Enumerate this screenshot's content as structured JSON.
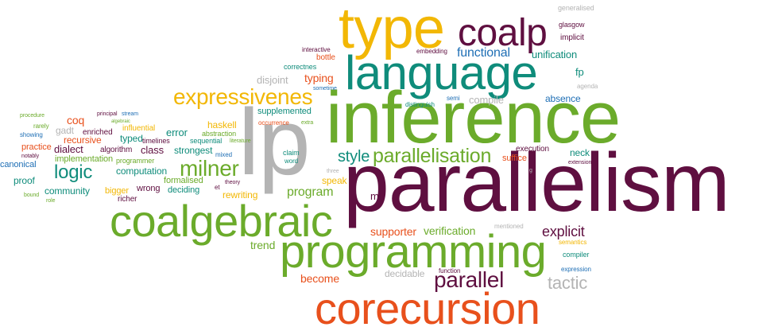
{
  "colors": {
    "purple": "#5f0f40",
    "green": "#6bab2b",
    "teal": "#0f8c7b",
    "orange": "#e8501c",
    "yellow": "#f2b705",
    "grey": "#b4b4b4",
    "blue": "#1f6fb5"
  },
  "words": [
    {
      "text": "parallelism",
      "color": "purple"
    },
    {
      "text": "lp",
      "color": "grey"
    },
    {
      "text": "inference",
      "color": "green"
    },
    {
      "text": "corecursion",
      "color": "orange"
    },
    {
      "text": "type",
      "color": "yellow"
    },
    {
      "text": "language",
      "color": "teal"
    },
    {
      "text": "programming",
      "color": "green"
    },
    {
      "text": "coalgebraic",
      "color": "green"
    },
    {
      "text": "coalp",
      "color": "purple"
    },
    {
      "text": "parallel",
      "color": "purple"
    },
    {
      "text": "expressivenes",
      "color": "yellow"
    },
    {
      "text": "parallelisation",
      "color": "green"
    },
    {
      "text": "milner",
      "color": "green"
    },
    {
      "text": "tactic",
      "color": "grey"
    },
    {
      "text": "style",
      "color": "teal"
    },
    {
      "text": "logic",
      "color": "teal"
    },
    {
      "text": "functional",
      "color": "blue"
    },
    {
      "text": "unification",
      "color": "teal"
    },
    {
      "text": "explicit",
      "color": "purple"
    },
    {
      "text": "program",
      "color": "green"
    },
    {
      "text": "verification",
      "color": "green"
    },
    {
      "text": "supporter",
      "color": "orange"
    },
    {
      "text": "become",
      "color": "orange"
    },
    {
      "text": "trend",
      "color": "green"
    },
    {
      "text": "rewriting",
      "color": "yellow"
    },
    {
      "text": "ml",
      "color": "purple"
    },
    {
      "text": "typing",
      "color": "orange"
    },
    {
      "text": "disjoint",
      "color": "grey"
    },
    {
      "text": "compile",
      "color": "grey"
    },
    {
      "text": "absence",
      "color": "blue"
    },
    {
      "text": "fp",
      "color": "teal"
    },
    {
      "text": "decidable",
      "color": "grey"
    },
    {
      "text": "computation",
      "color": "teal"
    },
    {
      "text": "community",
      "color": "teal"
    },
    {
      "text": "implementation",
      "color": "green"
    },
    {
      "text": "dialect",
      "color": "purple"
    },
    {
      "text": "recursive",
      "color": "orange"
    },
    {
      "text": "coq",
      "color": "orange"
    },
    {
      "text": "gadt",
      "color": "grey"
    },
    {
      "text": "class",
      "color": "purple"
    },
    {
      "text": "error",
      "color": "teal"
    },
    {
      "text": "haskell",
      "color": "yellow"
    },
    {
      "text": "strongest",
      "color": "teal"
    },
    {
      "text": "typed",
      "color": "teal"
    },
    {
      "text": "supplemented",
      "color": "teal"
    },
    {
      "text": "execution",
      "color": "purple"
    },
    {
      "text": "neck",
      "color": "teal"
    },
    {
      "text": "suffice",
      "color": "orange"
    },
    {
      "text": "speak",
      "color": "yellow"
    },
    {
      "text": "wrong",
      "color": "purple"
    },
    {
      "text": "deciding",
      "color": "teal"
    },
    {
      "text": "formalised",
      "color": "green"
    },
    {
      "text": "bigger",
      "color": "yellow"
    },
    {
      "text": "richer",
      "color": "purple"
    },
    {
      "text": "proof",
      "color": "teal"
    },
    {
      "text": "canonical",
      "color": "blue"
    },
    {
      "text": "practice",
      "color": "orange"
    },
    {
      "text": "algorithm",
      "color": "purple"
    },
    {
      "text": "programmer",
      "color": "green"
    },
    {
      "text": "timelines",
      "color": "purple"
    },
    {
      "text": "sequential",
      "color": "teal"
    },
    {
      "text": "abstraction",
      "color": "green"
    },
    {
      "text": "enriched",
      "color": "purple"
    },
    {
      "text": "influential",
      "color": "yellow"
    },
    {
      "text": "claim",
      "color": "teal"
    },
    {
      "text": "bottle",
      "color": "orange"
    },
    {
      "text": "correctnes",
      "color": "teal"
    },
    {
      "text": "interactive",
      "color": "purple"
    },
    {
      "text": "embedding",
      "color": "purple"
    },
    {
      "text": "glasgow",
      "color": "purple"
    },
    {
      "text": "implicit",
      "color": "purple"
    },
    {
      "text": "generalised",
      "color": "grey"
    },
    {
      "text": "agenda",
      "color": "grey"
    },
    {
      "text": "semi",
      "color": "blue"
    },
    {
      "text": "distinguish",
      "color": "teal"
    },
    {
      "text": "sometime",
      "color": "blue"
    },
    {
      "text": "occurrence",
      "color": "orange"
    },
    {
      "text": "extra",
      "color": "green"
    },
    {
      "text": "mixed",
      "color": "blue"
    },
    {
      "text": "theory",
      "color": "purple"
    },
    {
      "text": "literature",
      "color": "green"
    },
    {
      "text": "word",
      "color": "teal"
    },
    {
      "text": "three",
      "color": "grey"
    },
    {
      "text": "et",
      "color": "purple"
    },
    {
      "text": "extension",
      "color": "purple"
    },
    {
      "text": "g",
      "color": "grey"
    },
    {
      "text": "mentioned",
      "color": "grey"
    },
    {
      "text": "semantics",
      "color": "yellow"
    },
    {
      "text": "compiler",
      "color": "teal"
    },
    {
      "text": "function",
      "color": "purple"
    },
    {
      "text": "expression",
      "color": "blue"
    },
    {
      "text": "procedure",
      "color": "green"
    },
    {
      "text": "principal",
      "color": "purple"
    },
    {
      "text": "stream",
      "color": "blue"
    },
    {
      "text": "algebraic",
      "color": "green"
    },
    {
      "text": "rarely",
      "color": "green"
    },
    {
      "text": "showing",
      "color": "blue"
    },
    {
      "text": "notably",
      "color": "purple"
    },
    {
      "text": "bound",
      "color": "green"
    },
    {
      "text": "role",
      "color": "green"
    }
  ]
}
